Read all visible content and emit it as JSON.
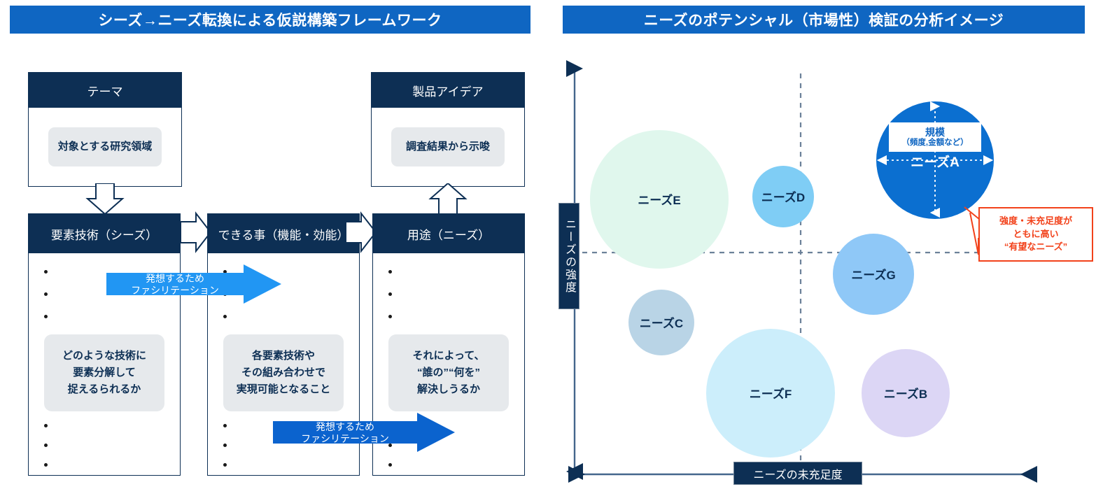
{
  "left": {
    "title": "シーズ→ニーズ転換による仮説構築フレームワーク",
    "theme_box": {
      "header": "テーマ",
      "chip": "対象とする研究領域"
    },
    "product_box": {
      "header": "製品アイデア",
      "chip": "調査結果から示唆"
    },
    "columns": [
      {
        "header": "要素技術（シーズ）",
        "chip_lines": [
          "どのような技術に",
          "要素分解して",
          "捉えるられるか"
        ]
      },
      {
        "header": "できる事（機能・効能）",
        "chip_lines": [
          "各要素技術や",
          "その組み合わせで",
          "実現可能となること"
        ]
      },
      {
        "header": "用途（ニーズ）",
        "chip_lines": [
          "それによって、",
          "“誰の”“何を”",
          "解決しうるか"
        ]
      }
    ],
    "facilitation_arrows": [
      {
        "line1": "発想するため",
        "line2": "ファシリテーション",
        "color": "#2196f3"
      },
      {
        "line1": "発想するため",
        "line2": "ファシリテーション",
        "color": "#0b63ce"
      }
    ]
  },
  "right": {
    "title": "ニーズのポテンシャル（市場性）検証の分析イメージ",
    "y_axis_label": "ニーズの強度",
    "x_axis_label": "ニーズの未充足度",
    "scale_callout": {
      "line1": "規模",
      "line2": "（頻度,金額など）"
    },
    "red_callout": {
      "line1": "強度・未充足度が",
      "line2": "ともに高い",
      "line3": "“有望なニーズ”"
    }
  },
  "chart_data": {
    "type": "scatter",
    "title": "ニーズのポテンシャル（市場性）検証の分析イメージ",
    "xlabel": "ニーズの未充足度",
    "ylabel": "ニーズの強度",
    "grid": "dashed quadrant lines",
    "legend": "none",
    "bubbles": [
      {
        "label": "ニーズA",
        "x": 0.78,
        "y": 0.84,
        "size": 1.0,
        "color": "#0b6fd0",
        "text_color": "#ffffff"
      },
      {
        "label": "ニーズB",
        "x": 0.74,
        "y": 0.18,
        "size": 0.52,
        "color": "#dcd6f5",
        "text_color": "#0d2f54"
      },
      {
        "label": "ニーズC",
        "x": 0.2,
        "y": 0.36,
        "size": 0.35,
        "color": "#b9d4e6",
        "text_color": "#0d2f54"
      },
      {
        "label": "ニーズD",
        "x": 0.52,
        "y": 0.69,
        "size": 0.33,
        "color": "#7fcdf5",
        "text_color": "#0d2f54"
      },
      {
        "label": "ニーズE",
        "x": 0.22,
        "y": 0.68,
        "size": 0.73,
        "color": "#e0f7ed",
        "text_color": "#0d2f54"
      },
      {
        "label": "ニーズF",
        "x": 0.47,
        "y": 0.17,
        "size": 0.7,
        "color": "#cceefb",
        "text_color": "#0d2f54"
      },
      {
        "label": "ニーズG",
        "x": 0.7,
        "y": 0.5,
        "size": 0.48,
        "color": "#8fc8f7",
        "text_color": "#0d2f54"
      }
    ],
    "annotations": [
      {
        "name": "size-callout",
        "text": "規模（頻度,金額など）",
        "target": "ニーズA"
      },
      {
        "name": "promising-needs-callout",
        "text": "強度・未充足度がともに高い“有望なニーズ”",
        "target": "ニーズA",
        "color": "#f2421b"
      }
    ]
  },
  "colors": {
    "navy": "#0d2f54",
    "title_blue": "#0f66c2",
    "accent_blue": "#2196f3",
    "deep_blue": "#0b63ce",
    "red": "#f2421b",
    "chip_gray": "#e6e9ec"
  }
}
